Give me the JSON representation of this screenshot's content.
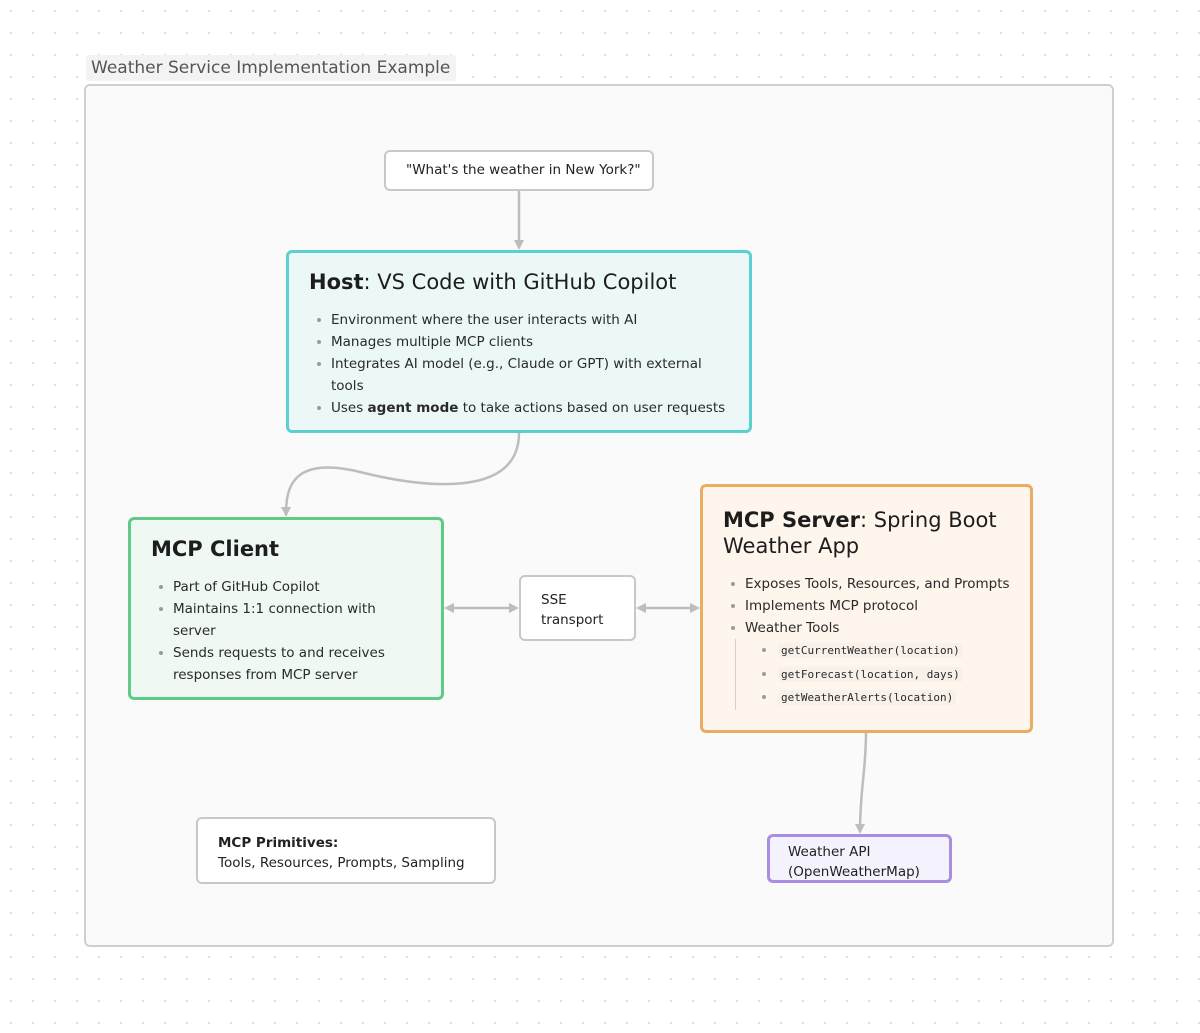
{
  "frame": {
    "title": "Weather Service Implementation Example"
  },
  "query": {
    "text": "\"What's the weather in New York?\""
  },
  "host": {
    "title_bold": "Host",
    "title_rest": ": VS Code with GitHub Copilot",
    "bullets": [
      "Environment where the user interacts with AI",
      "Manages multiple MCP clients",
      "Integrates AI model (e.g., Claude or GPT) with external tools"
    ],
    "agent_mode_prefix": "Uses ",
    "agent_mode_bold": "agent mode",
    "agent_mode_suffix": " to take actions based on user requests"
  },
  "client": {
    "title": "MCP Client",
    "bullets": [
      "Part of GitHub Copilot",
      "Maintains 1:1 connection with server",
      "Sends requests to and receives responses from MCP server"
    ]
  },
  "transport": {
    "line1": "SSE",
    "line2": "transport"
  },
  "server": {
    "title_bold": "MCP Server",
    "title_rest": ": Spring Boot Weather App",
    "bullets": [
      "Exposes Tools, Resources, and Prompts",
      "Implements MCP protocol",
      "Weather Tools"
    ],
    "tools": [
      "getCurrentWeather(location)",
      "getForecast(location, days)",
      "getWeatherAlerts(location)"
    ]
  },
  "primitives": {
    "label": "MCP Primitives:",
    "items": "Tools, Resources, Prompts, Sampling"
  },
  "weather_api": {
    "line1": "Weather API",
    "line2": "(OpenWeatherMap)"
  },
  "colors": {
    "host_border": "#5ccfcf",
    "host_fill": "#ecf8f8",
    "client_border": "#5fcb86",
    "client_fill": "#eff8f2",
    "server_border": "#ecab62",
    "server_fill": "#fef5ec",
    "api_border": "#a98ee3",
    "api_fill": "#f4f2fc",
    "connector": "#bdbdbd"
  }
}
